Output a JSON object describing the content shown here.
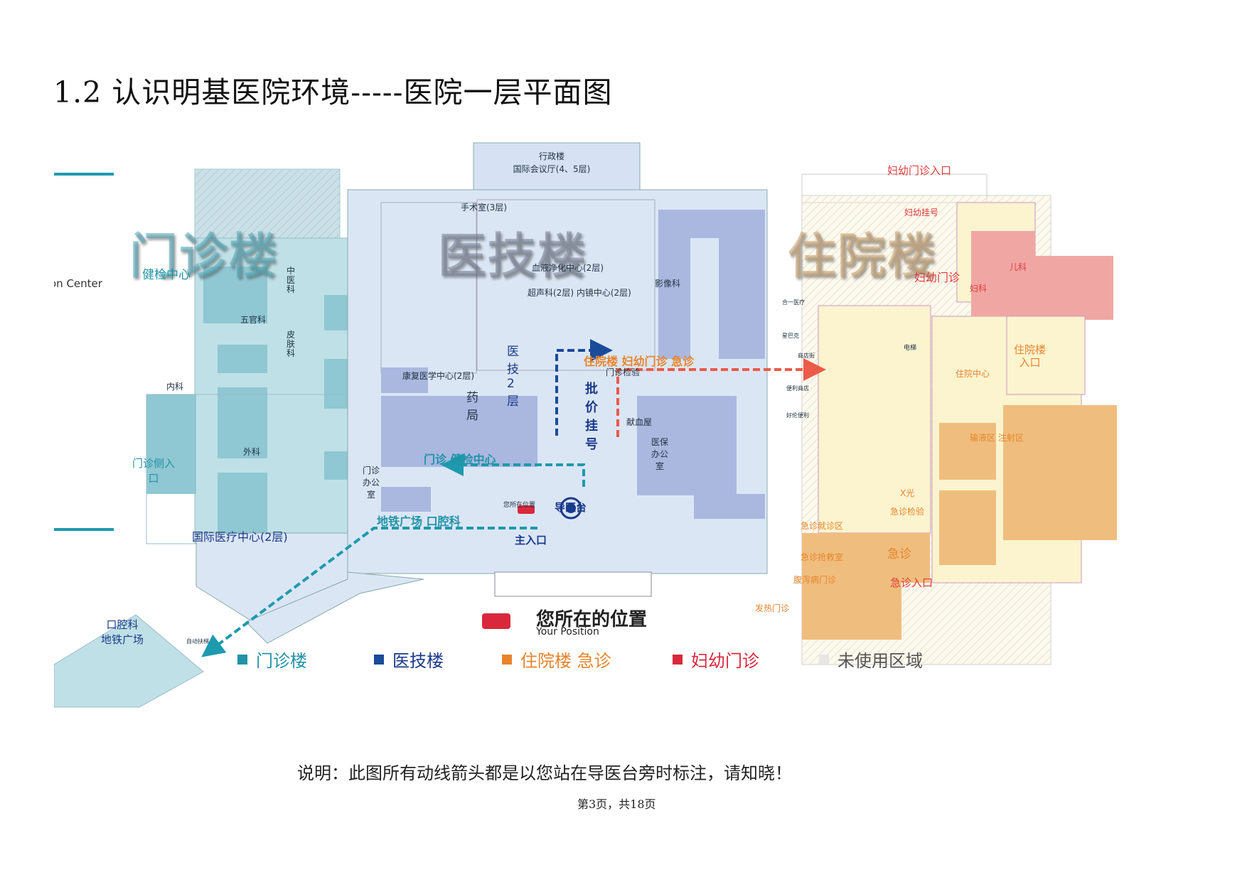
{
  "page": {
    "title": "1.2 认识明基医院环境-----医院一层平面图",
    "note": "说明：此图所有动线箭头都是以您站在导医台旁时标注，请知晓！",
    "page_number": "第3页，共18页"
  },
  "buildings": {
    "outpatient": "门诊楼",
    "medtech": "医技楼",
    "inpatient": "住院楼"
  },
  "labels": {
    "checkup_center": "健检中心",
    "tcm": "中医科",
    "ent": "五官科",
    "dermatology": "皮肤科",
    "internal": "内科",
    "surgery": "外科",
    "outpatient_side_entrance": "门诊侧入口",
    "intl_center": "国际医疗中心(2层)",
    "dental_metro": "口腔科\n地铁广场",
    "escalator": "自动扶梯",
    "admin": "行政楼\n国际会议厅(4、5层)",
    "surgery_room": "手术室(3层)",
    "blood": "血液净化中心(2层)",
    "ultrasound": "超声科(2层) 内镜中心(2层)",
    "imaging": "影像科",
    "rehab": "康复医学中心(2层)",
    "pharmacy": "药局",
    "medtech2f": "医技2层",
    "pricing": "批价挂号",
    "outpatient_lab": "门诊检验",
    "blood_draw": "献血屋",
    "insurance": "医保办公室",
    "outpatient_office": "门诊办公室",
    "your_position_small": "您所在位置",
    "guide_desk": "导医台",
    "main_entrance": "主入口",
    "route_inpatient": "住院楼  妇幼门诊  急诊",
    "route_outpatient": "门诊  健检中心",
    "route_metro": "地铁广场  口腔科",
    "mch_entrance": "妇幼门诊入口",
    "mch_registration": "妇幼挂号",
    "mch_clinic": "妇幼门诊",
    "pediatrics": "儿科",
    "gynecology": "妇科",
    "inpatient_entrance": "住院楼\n入口",
    "inpatient_center": "住院中心",
    "infusion": "输液区  注射区",
    "xray": "X光",
    "er_lab": "急诊检验",
    "er": "急诊",
    "er_consult": "急诊就诊区",
    "er_rescue": "急诊抢救室",
    "diarrhea": "腹泻病门诊",
    "fever": "发热门诊",
    "er_entrance": "急诊入口",
    "edge_center": "on Center",
    "elevator": "电梯",
    "s1": "合一医疗",
    "s2": "星巴克",
    "s3": "商店街",
    "s4": "便利商店",
    "s5": "好伦便利"
  },
  "position_legend": {
    "zh": "您所在的位置",
    "en": "Your Position"
  },
  "legend": [
    {
      "label": "门诊楼",
      "color": "#2193a6"
    },
    {
      "label": "医技楼",
      "color": "#1a4a9a"
    },
    {
      "label": "住院楼  急诊",
      "color": "#e8842c"
    },
    {
      "label": "妇幼门诊",
      "color": "#d9283c"
    },
    {
      "label": "未使用区域",
      "color": "#e6e6e6"
    }
  ]
}
